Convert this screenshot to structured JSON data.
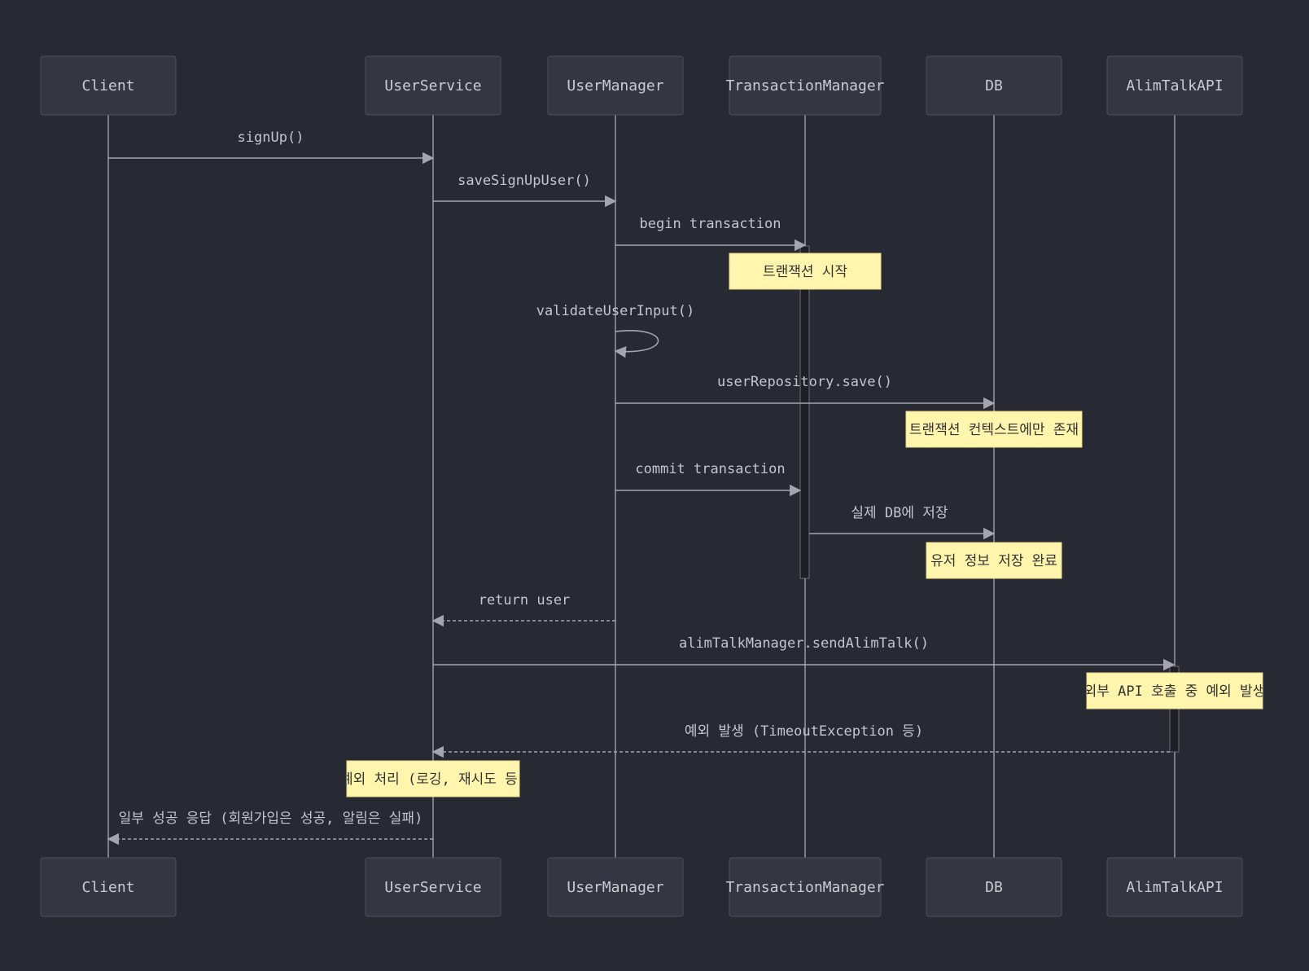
{
  "diagram": {
    "type": "sequence",
    "participants": [
      {
        "id": "client",
        "label": "Client"
      },
      {
        "id": "userservice",
        "label": "UserService"
      },
      {
        "id": "usermanager",
        "label": "UserManager"
      },
      {
        "id": "txmanager",
        "label": "TransactionManager"
      },
      {
        "id": "db",
        "label": "DB"
      },
      {
        "id": "alimtalk",
        "label": "AlimTalkAPI"
      }
    ],
    "messages": [
      {
        "from": "client",
        "to": "userservice",
        "label": "signUp()",
        "style": "solid"
      },
      {
        "from": "userservice",
        "to": "usermanager",
        "label": "saveSignUpUser()",
        "style": "solid"
      },
      {
        "from": "usermanager",
        "to": "txmanager",
        "label": "begin transaction",
        "style": "solid"
      },
      {
        "from": "usermanager",
        "to": "usermanager",
        "label": "validateUserInput()",
        "style": "solid"
      },
      {
        "from": "usermanager",
        "to": "db",
        "label": "userRepository.save()",
        "style": "solid"
      },
      {
        "from": "usermanager",
        "to": "txmanager",
        "label": "commit transaction",
        "style": "solid"
      },
      {
        "from": "txmanager",
        "to": "db",
        "label": "실제 DB에 저장",
        "style": "solid"
      },
      {
        "from": "usermanager",
        "to": "userservice",
        "label": "return user",
        "style": "dashed"
      },
      {
        "from": "userservice",
        "to": "alimtalk",
        "label": "alimTalkManager.sendAlimTalk()",
        "style": "solid"
      },
      {
        "from": "alimtalk",
        "to": "userservice",
        "label": "예외 발생 (TimeoutException 등)",
        "style": "dashed"
      },
      {
        "from": "userservice",
        "to": "client",
        "label": "일부 성공 응답 (회원가입은 성공, 알림은 실패)",
        "style": "dashed"
      }
    ],
    "notes": [
      {
        "over": "txmanager",
        "text": "트랜잭션 시작"
      },
      {
        "over": "db",
        "text": "트랜잭션 컨텍스트에만 존재"
      },
      {
        "over": "db",
        "text": "유저 정보 저장 완료"
      },
      {
        "over": "alimtalk",
        "text": "외부 API 호출 중 예외 발생"
      },
      {
        "over": "userservice",
        "text": "예외 처리 (로깅, 재시도 등)"
      }
    ]
  },
  "colors": {
    "background": "#282a33",
    "actor_fill": "#343641",
    "note_fill": "#fff5ad",
    "line": "#a3a6ae"
  }
}
